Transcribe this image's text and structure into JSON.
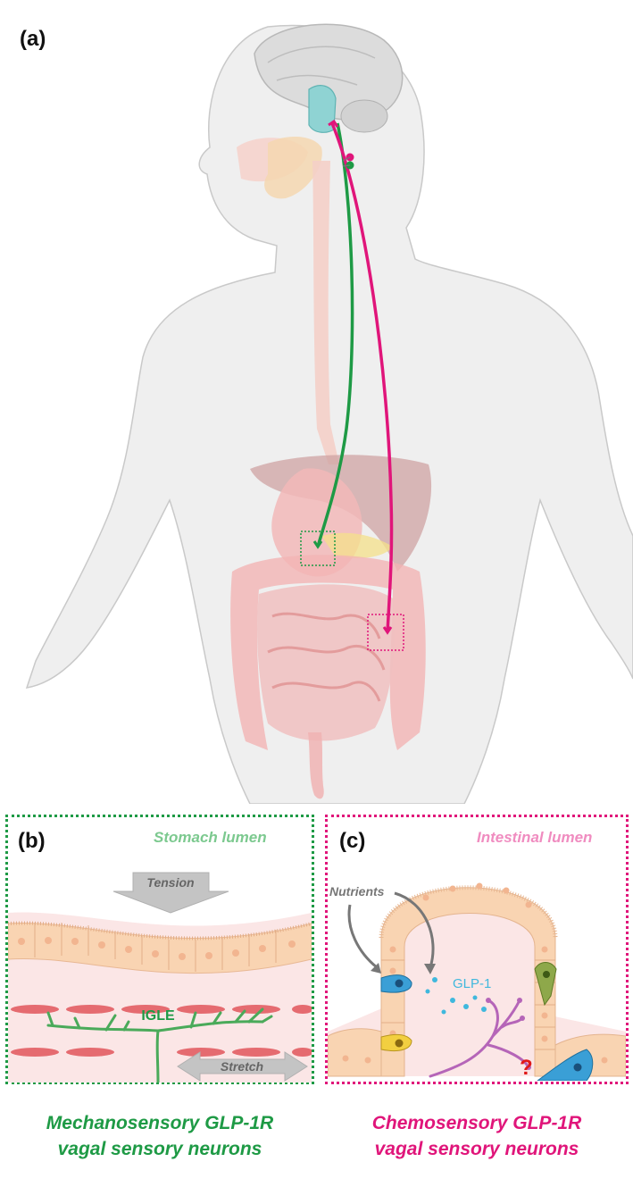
{
  "panels": {
    "a": {
      "letter": "(a)"
    },
    "b": {
      "letter": "(b)",
      "lumen_label": "Stomach lumen",
      "tension_label": "Tension",
      "igle_label": "IGLE",
      "stretch_label": "Stretch",
      "caption_line1": "Mechanosensory GLP-1R",
      "caption_line2": "vagal sensory neurons"
    },
    "c": {
      "letter": "(c)",
      "lumen_label": "Intestinal lumen",
      "nutrients_label": "Nutrients",
      "glp1_label": "GLP-1",
      "question_mark": "?",
      "caption_line1": "Chemosensory GLP-1R",
      "caption_line2": "vagal sensory neurons"
    }
  },
  "colors": {
    "mechanosensory_green": "#1e9a45",
    "chemosensory_magenta": "#e0157a",
    "stomach_lumen_text": "#7cc98f",
    "intestinal_lumen_text": "#f08cc0",
    "glp1_cyan": "#3fb8dd",
    "nerve_purple": "#b565b8",
    "question_red": "#e01818",
    "arrow_gray": "#bbbbbb",
    "tissue_pink": "#fbe6e6",
    "epithelium_peach": "#f9d4b2"
  }
}
